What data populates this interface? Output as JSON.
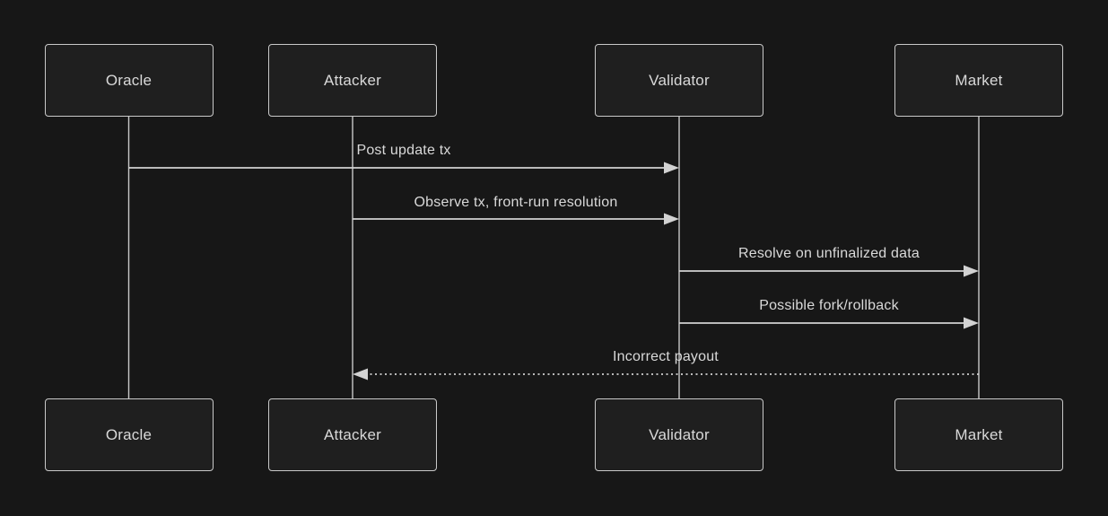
{
  "diagram": {
    "type": "sequence-diagram",
    "theme": {
      "background": "#171717",
      "actor_fill": "#1f1f1f",
      "actor_border": "#c9c9c9",
      "line_color": "#d2d2d2",
      "text_color": "#d9d9d9"
    },
    "actors": [
      {
        "label": "Oracle"
      },
      {
        "label": "Attacker"
      },
      {
        "label": "Validator"
      },
      {
        "label": "Market"
      }
    ],
    "messages": [
      {
        "from": "Oracle",
        "to": "Validator",
        "label": "Post update tx",
        "line_style": "solid",
        "direction": "right"
      },
      {
        "from": "Attacker",
        "to": "Validator",
        "label": "Observe tx, front-run resolution",
        "line_style": "solid",
        "direction": "right"
      },
      {
        "from": "Validator",
        "to": "Market",
        "label": "Resolve on unfinalized data",
        "line_style": "solid",
        "direction": "right"
      },
      {
        "from": "Validator",
        "to": "Market",
        "label": "Possible fork/rollback",
        "line_style": "solid",
        "direction": "right"
      },
      {
        "from": "Market",
        "to": "Attacker",
        "label": "Incorrect payout",
        "line_style": "dotted",
        "direction": "left"
      }
    ]
  }
}
